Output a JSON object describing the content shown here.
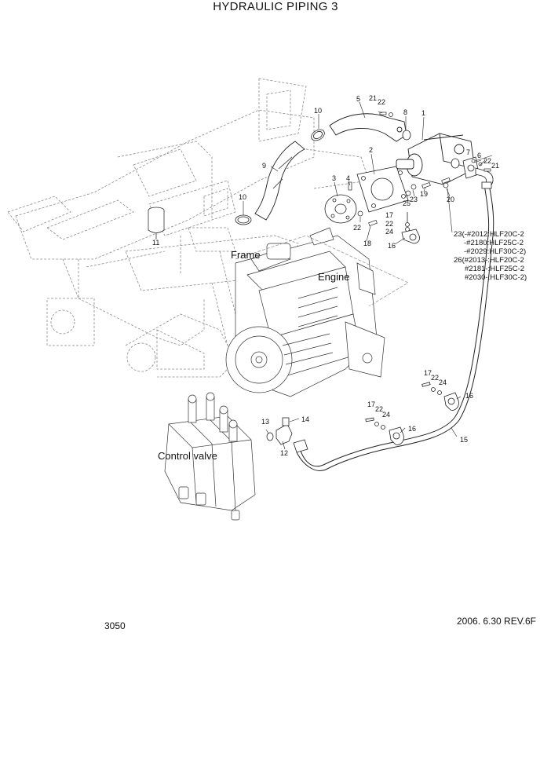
{
  "title": "HYDRAULIC PIPING 3",
  "labels": {
    "frame": "Frame",
    "engine": "Engine",
    "control_valve": "Control valve"
  },
  "part_numbers": {
    "p1": "1",
    "p2": "2",
    "p3": "3",
    "p4": "4",
    "p5": "5",
    "p6": "6",
    "p7": "7",
    "p8": "8",
    "p9": "9",
    "p10a": "10",
    "p10b": "10",
    "p11": "11",
    "p12": "12",
    "p13": "13",
    "p14": "14",
    "p15": "15",
    "p16a": "16",
    "p16b": "16",
    "p16c": "16",
    "p17a": "17",
    "p17b": "17",
    "p17c": "17",
    "p18": "18",
    "p19": "19",
    "p20": "20",
    "p21a": "21",
    "p21b": "21",
    "p22a": "22",
    "p22b": "22",
    "p22c": "22",
    "p22d": "22",
    "p22e": "22",
    "p22f": "22",
    "p23": "23",
    "p24a": "24",
    "p24b": "24",
    "p24c": "24",
    "p25": "25"
  },
  "notes": [
    "23(-#2012:HLF20C-2",
    "-#2180:HLF25C-2",
    "-#2029:HLF30C-2)",
    "26(#2013-:HLF20C-2",
    "#2181-:HLF25C-2",
    "#2030-:HLF30C-2)"
  ],
  "footer": {
    "page": "3050",
    "date_rev": "2006. 6.30  REV.6F"
  }
}
